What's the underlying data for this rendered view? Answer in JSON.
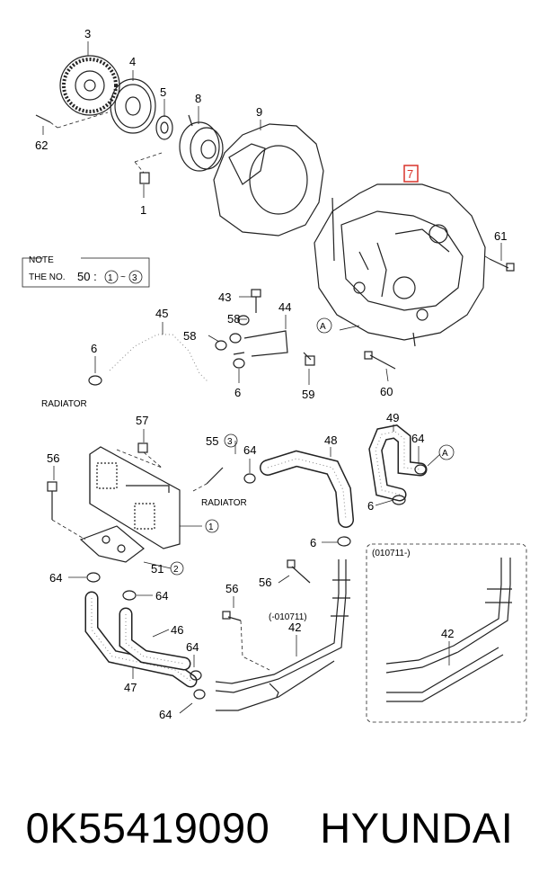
{
  "part_number": "0K55419090",
  "brand": "HYUNDAI",
  "note": {
    "title": "NOTE",
    "prefix": "THE NO.",
    "value": "50 :",
    "from": "1",
    "sep": "~",
    "to": "3"
  },
  "callouts": {
    "c3": "3",
    "c4": "4",
    "c5": "5",
    "c8": "8",
    "c9": "9",
    "c62": "62",
    "c1": "1",
    "c7": "7",
    "c61": "61",
    "c43": "43",
    "c44": "44",
    "c45": "45",
    "c58a": "58",
    "c58b": "58",
    "c6a": "6",
    "c6b": "6",
    "c59": "59",
    "c60": "60",
    "c57": "57",
    "c55": "55",
    "c55sub": "3",
    "c64a": "64",
    "c48": "48",
    "c49": "49",
    "c64b": "64",
    "c56a": "56",
    "c1b": "1",
    "c6c": "6",
    "c6d": "6",
    "c64c": "64",
    "c64d": "64",
    "c51": "51",
    "c51sub": "2",
    "c56b": "56",
    "c56c": "56",
    "c46": "46",
    "c47": "47",
    "c64e": "64",
    "c64f": "64",
    "c42a": "42",
    "c42b": "42"
  },
  "text": {
    "radiator1": "RADIATOR",
    "radiator2": "RADIATOR",
    "markerA1": "A",
    "markerA2": "A",
    "range_before": "(-010711)",
    "range_after": "(010711-)"
  },
  "colors": {
    "highlight": "#d9342b",
    "line": "#222222"
  }
}
